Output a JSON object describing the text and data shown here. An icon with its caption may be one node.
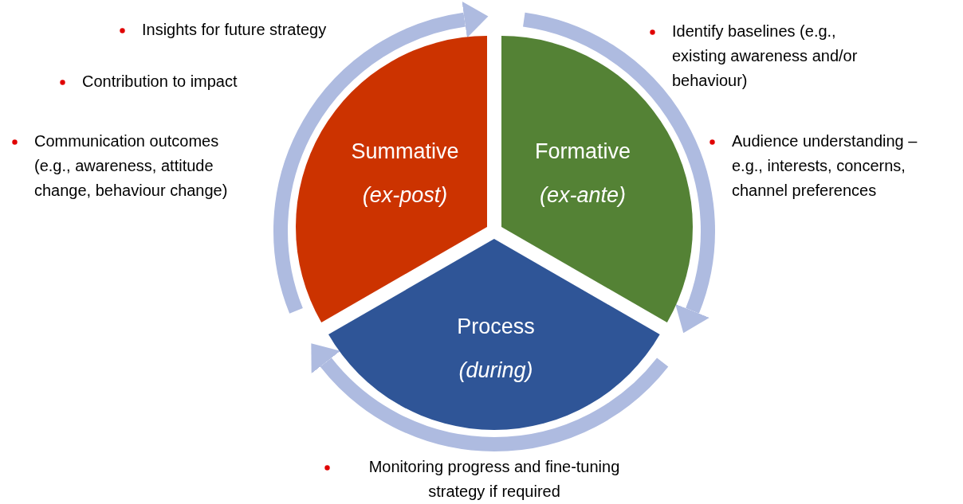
{
  "diagram": {
    "nodes": [
      {
        "text": [
          "Summative",
          "(ex-post)"
        ],
        "beside": [
          "Insights for future strategy",
          "Contribution to impact",
          "Communication outcomes (e.g., awareness, attitude change, behaviour change)"
        ]
      },
      {
        "text": [
          "Formative",
          "(ex-ante)"
        ],
        "beside": [
          "Identify baselines (e.g., existing awareness and/or behaviour)",
          "Audience understanding – e.g., interests, concerns, channel preferences"
        ]
      },
      {
        "text": [
          "Process",
          "(during)"
        ],
        "beside": [
          "Monitoring progress and fine-tuning strategy if required"
        ]
      }
    ]
  }
}
